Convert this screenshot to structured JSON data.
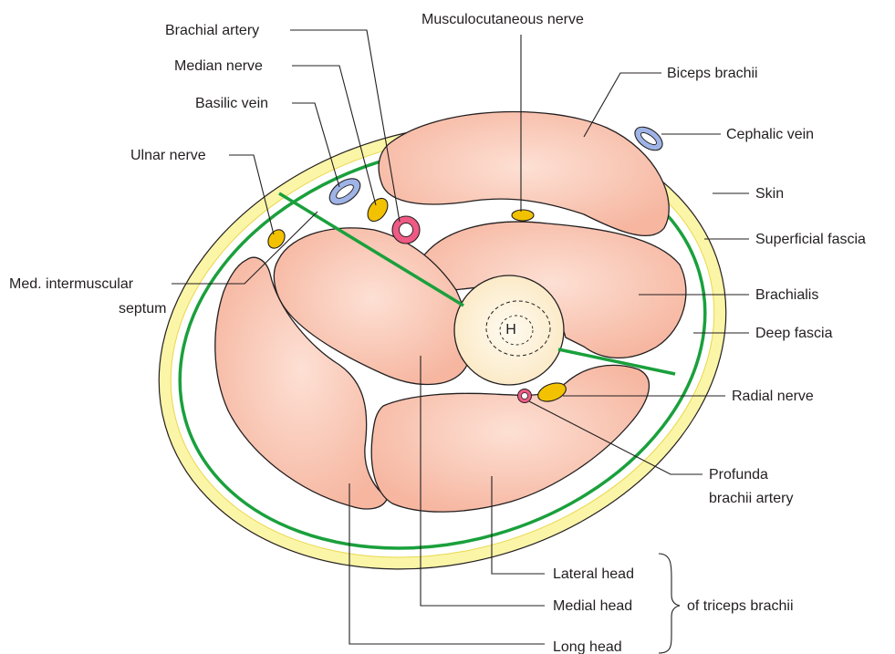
{
  "colors": {
    "skin": "#fbf5a8",
    "skin_edge": "#e9d84a",
    "deep_fascia": "#1aa03c",
    "muscle": "#f6b6a0",
    "muscle_light": "#fde0d4",
    "bone": "#fdf2d8",
    "nerve": "#f2c200",
    "artery": "#ee5a84",
    "vein": "#9fb4e6",
    "line": "#231f20"
  },
  "labels": {
    "brachial_artery": "Brachial artery",
    "median_nerve": "Median nerve",
    "basilic_vein": "Basilic vein",
    "ulnar_nerve": "Ulnar nerve",
    "med_septum_line1": "Med. intermuscular",
    "med_septum_line2": "septum",
    "musculocutaneous_nerve": "Musculocutaneous nerve",
    "biceps_brachii": "Biceps brachii",
    "cephalic_vein": "Cephalic vein",
    "skin": "Skin",
    "superficial_fascia": "Superficial fascia",
    "brachialis": "Brachialis",
    "deep_fascia": "Deep fascia",
    "radial_nerve": "Radial nerve",
    "profunda_line1": "Profunda",
    "profunda_line2": "brachii artery",
    "lateral_head": "Lateral head",
    "medial_head": "Medial head",
    "long_head": "Long head",
    "of_triceps": "of triceps brachii",
    "humerus": "H"
  }
}
